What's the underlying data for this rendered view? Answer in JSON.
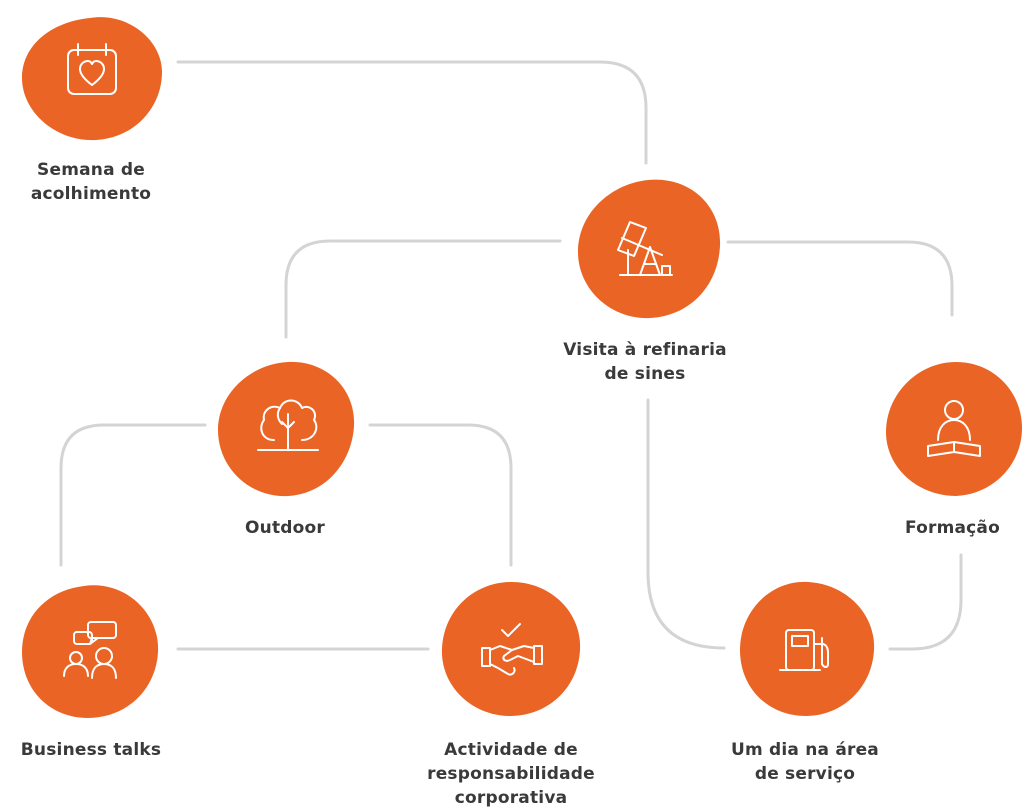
{
  "theme": {
    "blob": "#ea6525",
    "connector": "#d4d4d4",
    "text": "#3a3a3a"
  },
  "nodes": [
    {
      "id": "semana-acolhimento",
      "label_lines": [
        "Semana de",
        "acolhimento"
      ],
      "icon": "calendar-heart-icon"
    },
    {
      "id": "visita-refinaria",
      "label_lines": [
        "Visita à refinaria",
        "de sines"
      ],
      "icon": "oil-pump-icon"
    },
    {
      "id": "outdoor",
      "label_lines": [
        "Outdoor"
      ],
      "icon": "tree-icon"
    },
    {
      "id": "formacao",
      "label_lines": [
        "Formação"
      ],
      "icon": "person-reading-icon"
    },
    {
      "id": "business-talks",
      "label_lines": [
        "Business talks"
      ],
      "icon": "people-chat-icon"
    },
    {
      "id": "responsabilidade",
      "label_lines": [
        "Actividade de",
        "responsabilidade",
        "corporativa"
      ],
      "icon": "handshake-check-icon"
    },
    {
      "id": "area-servico",
      "label_lines": [
        "Um dia na área",
        "de serviço"
      ],
      "icon": "fuel-pump-icon"
    }
  ]
}
